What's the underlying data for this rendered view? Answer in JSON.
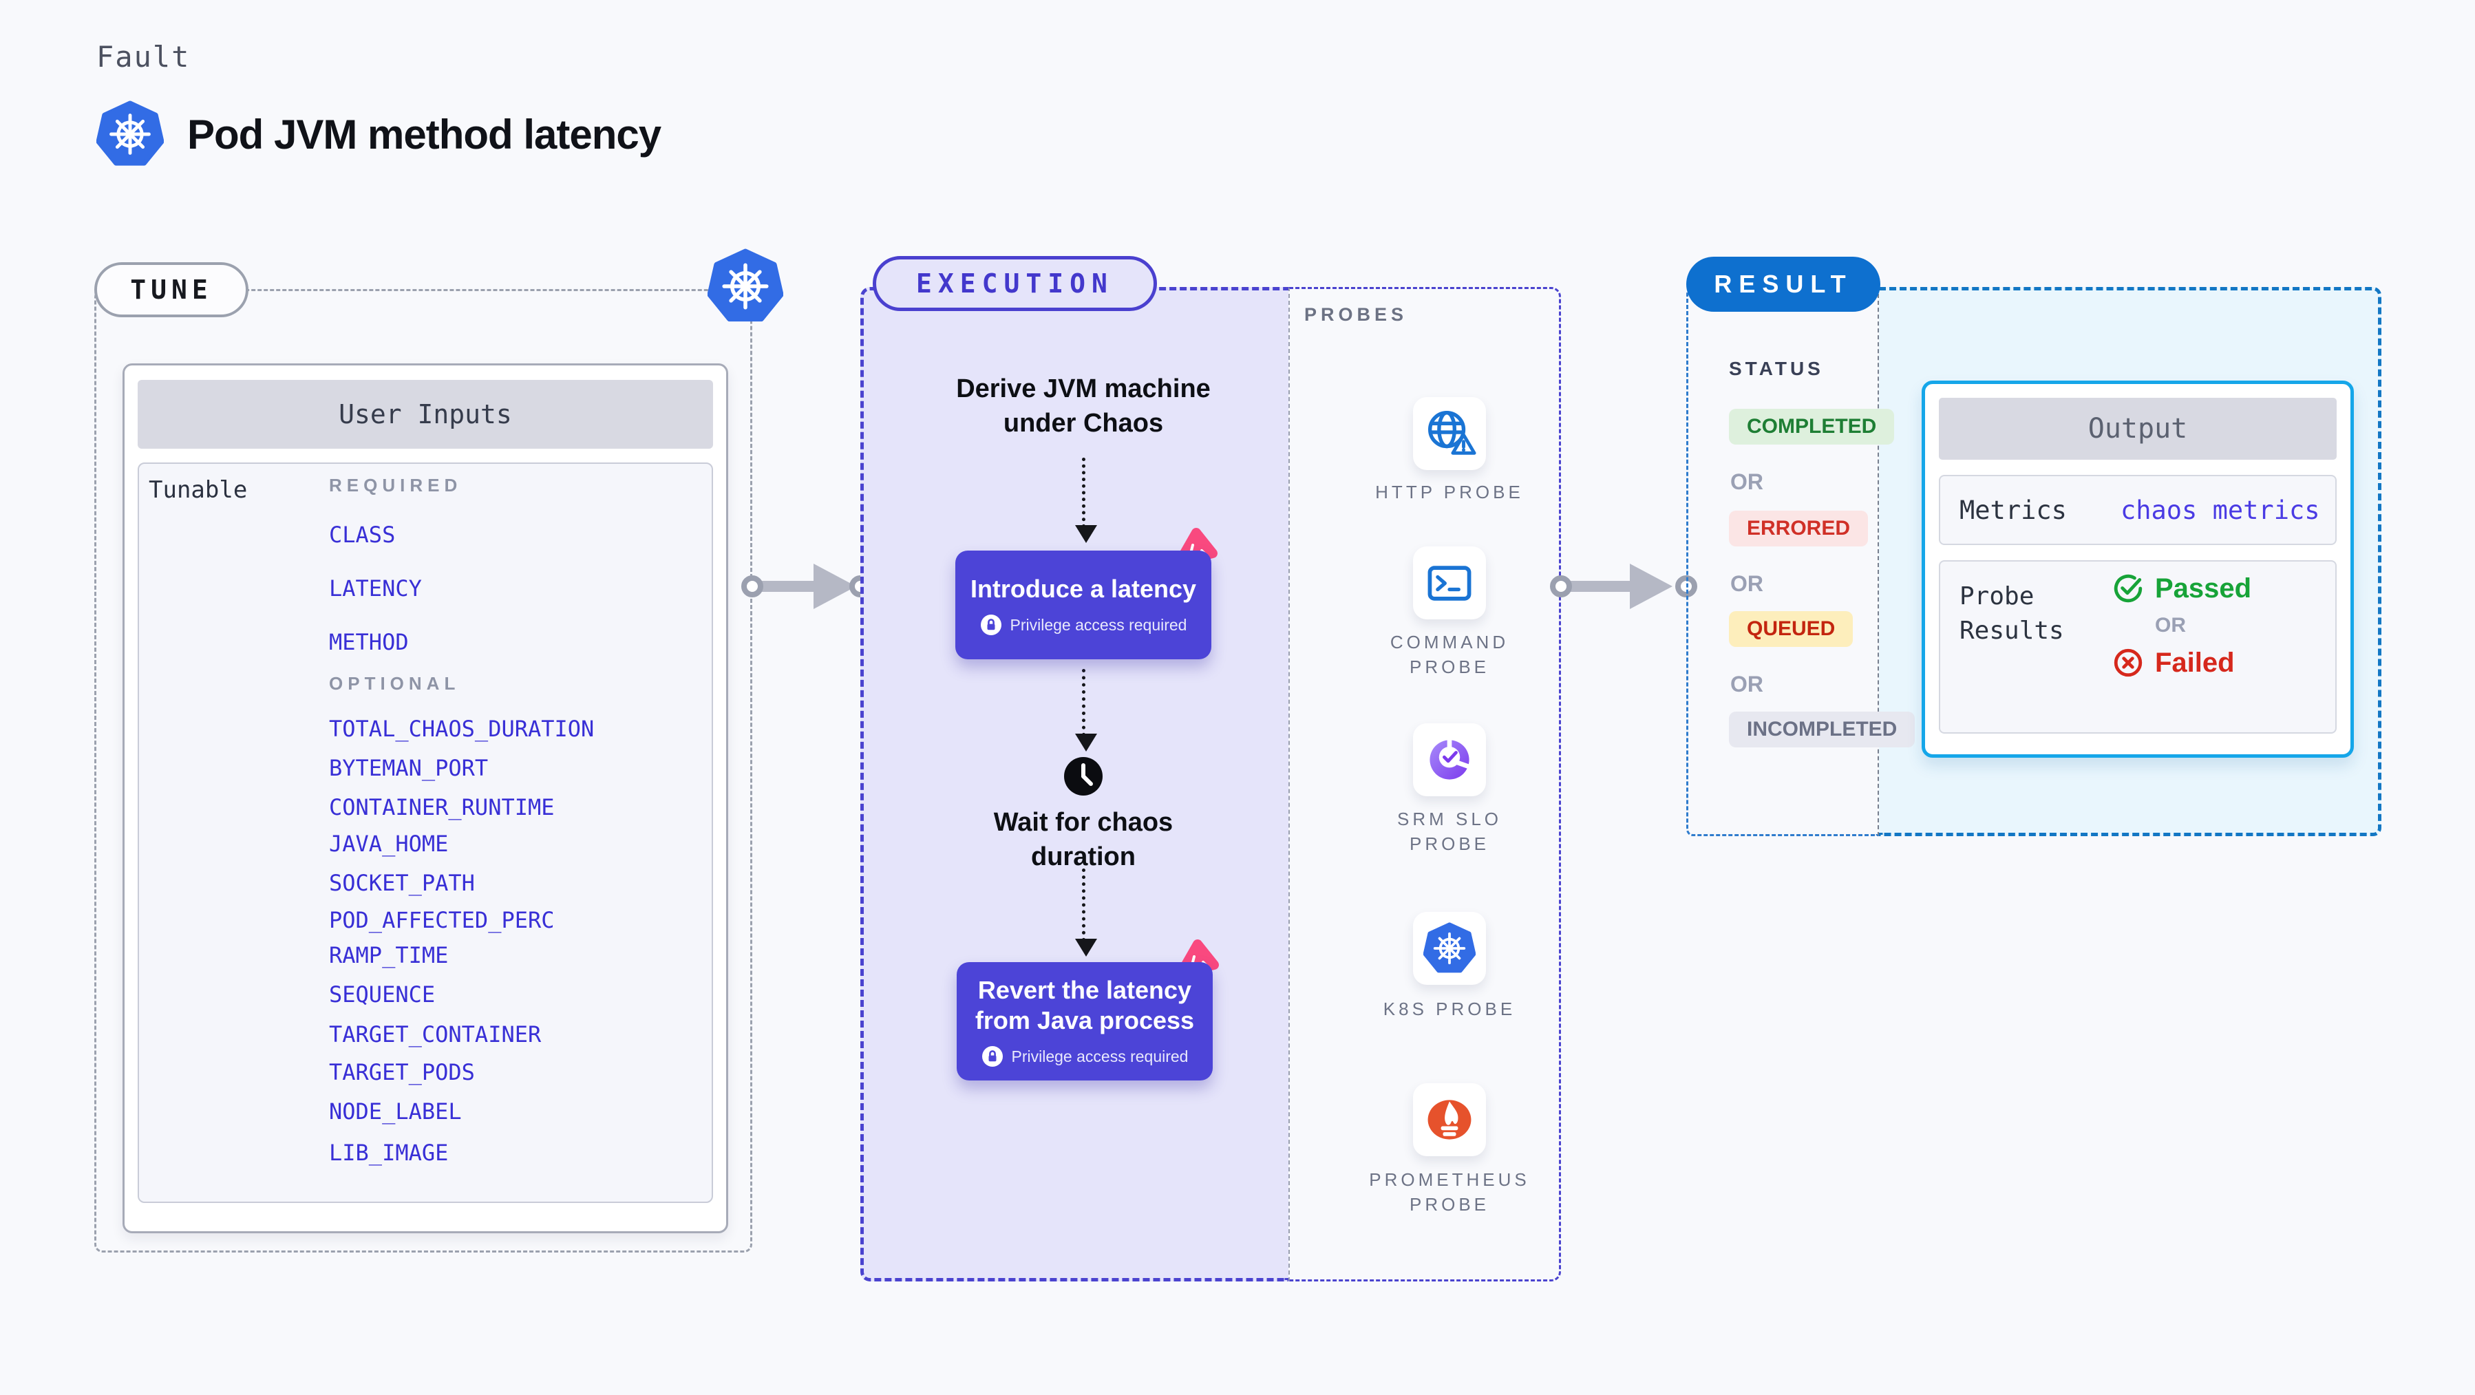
{
  "header": {
    "fault_label": "Fault",
    "title": "Pod JVM method latency"
  },
  "tune": {
    "badge": "TUNE",
    "user_inputs_title": "User Inputs",
    "tunable_label": "Tunable",
    "required_label": "REQUIRED",
    "optional_label": "OPTIONAL",
    "required_items": [
      "CLASS",
      "LATENCY",
      "METHOD"
    ],
    "optional_items": [
      "TOTAL_CHAOS_DURATION",
      "BYTEMAN_PORT",
      "CONTAINER_RUNTIME",
      "JAVA_HOME",
      "SOCKET_PATH",
      "POD_AFFECTED_PERC",
      "RAMP_TIME",
      "SEQUENCE",
      "TARGET_CONTAINER",
      "TARGET_PODS",
      "NODE_LABEL",
      "LIB_IMAGE"
    ]
  },
  "execution": {
    "badge": "EXECUTION",
    "step1_line1": "Derive JVM machine",
    "step1_line2": "under Chaos",
    "action1_title": "Introduce a latency",
    "privilege_note": "Privilege access required",
    "wait_line1": "Wait for chaos",
    "wait_line2": "duration",
    "action2_line1": "Revert the latency",
    "action2_line2": "from Java process"
  },
  "probes": {
    "label": "PROBES",
    "items": [
      {
        "label": "HTTP PROBE",
        "icon": "globe-alert-icon"
      },
      {
        "label": "COMMAND PROBE",
        "icon": "terminal-icon"
      },
      {
        "label": "SRM SLO PROBE",
        "icon": "slo-check-icon"
      },
      {
        "label": "K8S PROBE",
        "icon": "kubernetes-icon"
      },
      {
        "label": "PROMETHEUS PROBE",
        "icon": "prometheus-flame-icon"
      }
    ]
  },
  "result": {
    "badge": "RESULT",
    "status_label": "STATUS",
    "or_label": "OR",
    "statuses": [
      {
        "label": "COMPLETED",
        "fg": "#1e7e34",
        "bg": "#def0dd"
      },
      {
        "label": "ERRORED",
        "fg": "#d03027",
        "bg": "#fbe5e5"
      },
      {
        "label": "QUEUED",
        "fg": "#c3250f",
        "bg": "#fdeebc"
      },
      {
        "label": "INCOMPLETED",
        "fg": "#6b7186",
        "bg": "#e7e8f0"
      }
    ],
    "output": {
      "title": "Output",
      "metrics_label": "Metrics",
      "metrics_value": "chaos metrics",
      "probe_results_label": "Probe Results",
      "passed_label": "Passed",
      "or_label": "OR",
      "failed_label": "Failed"
    }
  },
  "colors": {
    "page_bg": "#f8f9fc",
    "kubernetes_blue": "#326ce5",
    "execution_indigo": "#4a43cf",
    "execution_panel": "#e5e4fa",
    "action_button": "#4c44d7",
    "pink_accent": "#f9497f",
    "result_blue": "#0e70cf",
    "output_border": "#15a6e9",
    "output_bg": "#e9f6fd",
    "tunable_link": "#382fd6",
    "passed_green": "#17a338",
    "failed_red": "#d6281c",
    "prometheus_orange": "#e6522c",
    "probe_icon_blue": "#1a74d4"
  }
}
